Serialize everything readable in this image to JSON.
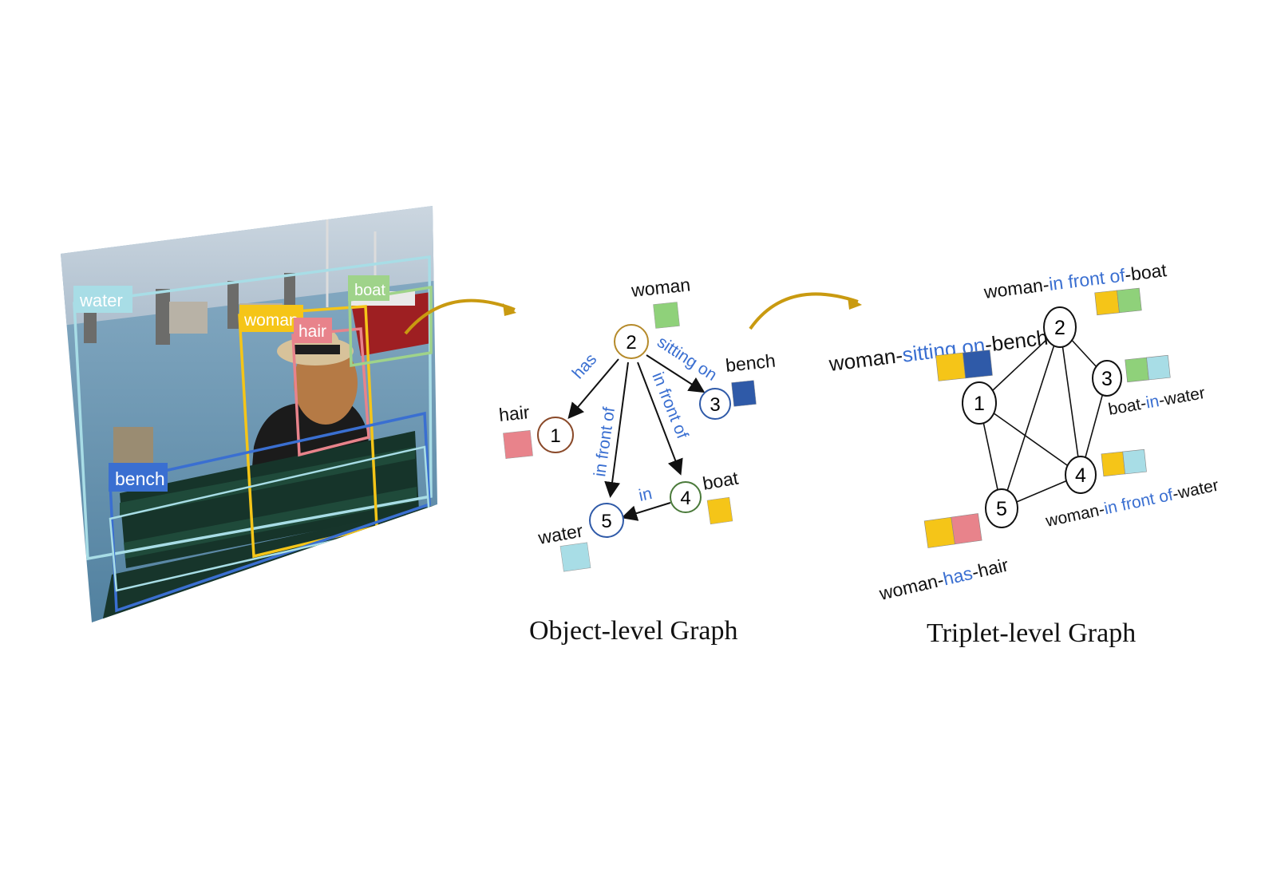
{
  "photo": {
    "labels": {
      "water": "water",
      "woman": "woman",
      "hair": "hair",
      "boat": "boat",
      "bench": "bench"
    },
    "box_colors": {
      "water": "#a8dde6",
      "woman": "#f5c518",
      "hair": "#e8838b",
      "boat": "#9fd38a",
      "bench": "#3a6fd1"
    }
  },
  "object_graph": {
    "caption": "Object-level Graph",
    "nodes": [
      {
        "id": "1",
        "label": "hair",
        "color": "#e8838b",
        "ring": "#8a4a2a"
      },
      {
        "id": "2",
        "label": "woman",
        "color": "#8fd17a",
        "ring": "#b58a2a"
      },
      {
        "id": "3",
        "label": "bench",
        "color": "#2f5aa8",
        "ring": "#2f5aa8"
      },
      {
        "id": "4",
        "label": "boat",
        "color": "#f5c518",
        "ring": "#4a7a3a"
      },
      {
        "id": "5",
        "label": "water",
        "color": "#a8dde6",
        "ring": "#2f5aa8"
      }
    ],
    "edges": [
      {
        "from": "2",
        "to": "1",
        "label": "has"
      },
      {
        "from": "2",
        "to": "3",
        "label": "sitting on"
      },
      {
        "from": "2",
        "to": "5",
        "label": "in front of"
      },
      {
        "from": "2",
        "to": "4",
        "label": "in front of"
      },
      {
        "from": "4",
        "to": "5",
        "label": "in"
      }
    ]
  },
  "triplet_graph": {
    "caption": "Triplet-level Graph",
    "nodes": [
      {
        "id": "1"
      },
      {
        "id": "2"
      },
      {
        "id": "3"
      },
      {
        "id": "4"
      },
      {
        "id": "5"
      }
    ],
    "triplets": [
      {
        "subject": "woman",
        "predicate": "sitting on",
        "object": "bench",
        "colors": [
          "#f5c518",
          "#2f5aa8"
        ]
      },
      {
        "subject": "woman",
        "predicate": "in front of",
        "object": "boat",
        "colors": [
          "#f5c518",
          "#8fd17a"
        ]
      },
      {
        "subject": "boat",
        "predicate": "in",
        "object": "water",
        "colors": [
          "#8fd17a",
          "#a8dde6"
        ]
      },
      {
        "subject": "woman",
        "predicate": "in front of",
        "object": "water",
        "colors": [
          "#f5c518",
          "#a8dde6"
        ]
      },
      {
        "subject": "woman",
        "predicate": "has",
        "object": "hair",
        "colors": [
          "#f5c518",
          "#e8838b"
        ]
      }
    ],
    "connections": [
      [
        "1",
        "2"
      ],
      [
        "1",
        "4"
      ],
      [
        "1",
        "5"
      ],
      [
        "2",
        "3"
      ],
      [
        "2",
        "4"
      ],
      [
        "2",
        "5"
      ],
      [
        "3",
        "4"
      ],
      [
        "4",
        "5"
      ]
    ]
  },
  "colors": {
    "predicate": "#3a6fd1",
    "arrow_gold": "#c99a10",
    "ink": "#111111"
  }
}
